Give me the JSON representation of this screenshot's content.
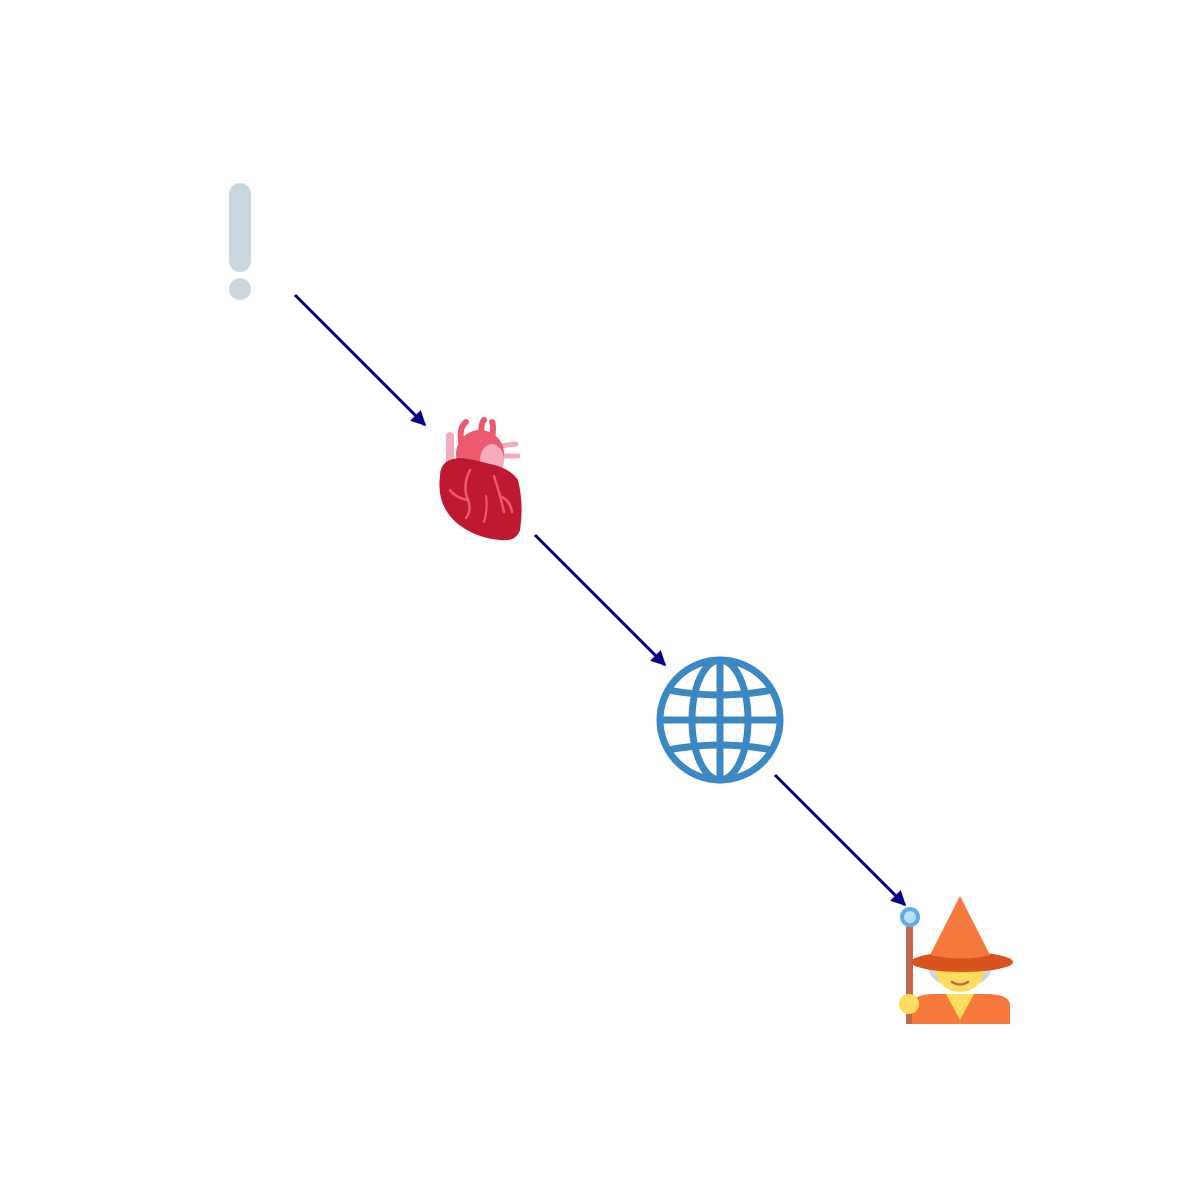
{
  "diagram": {
    "nodes": [
      {
        "id": "n1",
        "icon": "exclamation-icon",
        "color": "#CCD6DD"
      },
      {
        "id": "n2",
        "icon": "anatomical-heart-icon",
        "color": "#BE1931"
      },
      {
        "id": "n3",
        "icon": "globe-with-meridians-icon",
        "color": "#3B88C3"
      },
      {
        "id": "n4",
        "icon": "mage-icon",
        "color": "#F4793A"
      }
    ],
    "edges": [
      {
        "from": "n1",
        "to": "n2"
      },
      {
        "from": "n2",
        "to": "n3"
      },
      {
        "from": "n3",
        "to": "n4"
      }
    ],
    "arrow_color": "#00008B"
  }
}
